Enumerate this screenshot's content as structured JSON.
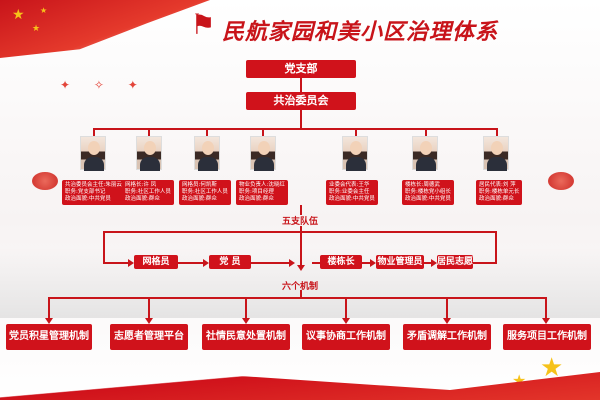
{
  "title": "民航家园和美小区治理体系",
  "top": {
    "branch": "党支部",
    "committee": "共治委员会"
  },
  "members": [
    {
      "line1": "共治委员会主任:朱丽云",
      "line2": "职务:党支部书记",
      "line3": "政治面貌:中共党员"
    },
    {
      "line1": "网格长:许 凤",
      "line2": "职务:社区工作人员",
      "line3": "政治面貌:群众"
    },
    {
      "line1": "网格员:何凯斯",
      "line2": "职务:社区工作人员",
      "line3": "政治面貌:群众"
    },
    {
      "line1": "物业负责人:沈晓红",
      "line2": "职务:项目经理",
      "line3": "政治面貌:群众"
    },
    {
      "line1": "业委会代表:王华",
      "line2": "职务:业委会主任",
      "line3": "政治面貌:中共党员"
    },
    {
      "line1": "楼栋长:周德武",
      "line2": "职务:楼栋党小组长",
      "line3": "政治面貌:中共党员"
    },
    {
      "line1": "居民代表:刘 萍",
      "line2": "职务:楼栋单元长",
      "line3": "政治面貌:群众"
    }
  ],
  "five_teams": {
    "heading": "五支队伍",
    "items": [
      "网格员",
      "党 员",
      "楼栋长",
      "物业管理员",
      "居民志愿者"
    ]
  },
  "six_mechanisms": {
    "heading": "六个机制",
    "items": [
      "党员积星管理机制",
      "志愿者管理平台",
      "社情民意处置机制",
      "议事协商工作机制",
      "矛盾调解工作机制",
      "服务项目工作机制"
    ]
  }
}
